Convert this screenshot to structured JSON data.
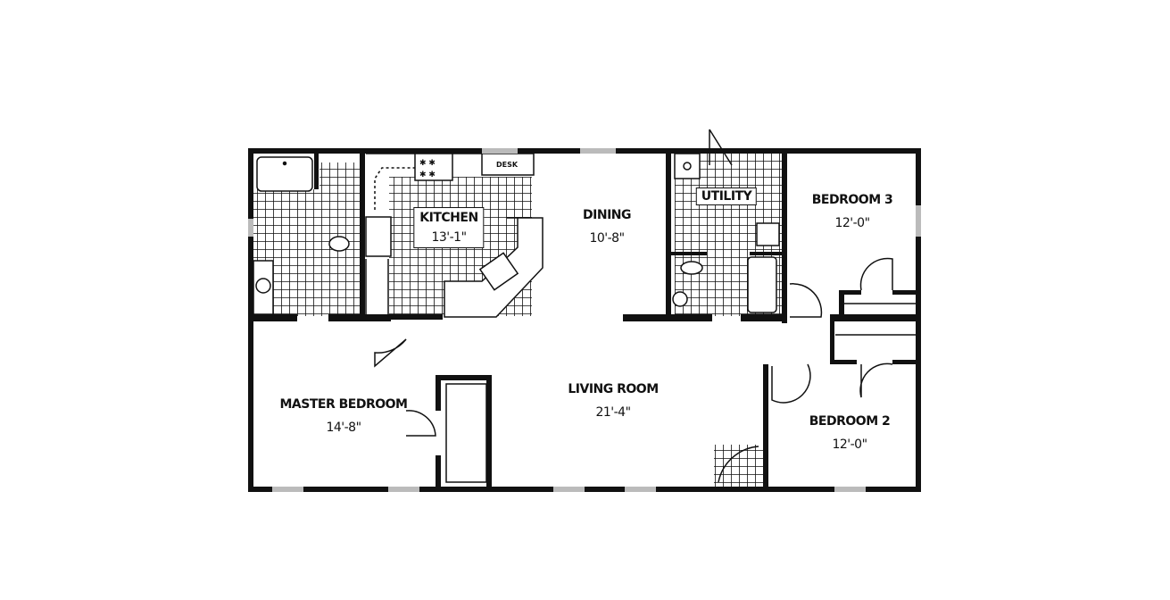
{
  "plan": {
    "type": "floor-plan",
    "colors": {
      "wall": "#111111",
      "background": "#ffffff",
      "tile": "#111111"
    },
    "rooms": [
      {
        "id": "kitchen",
        "name": "KITCHEN",
        "dimension": "13'-1\""
      },
      {
        "id": "dining",
        "name": "DINING",
        "dimension": "10'-8\""
      },
      {
        "id": "utility",
        "name": "UTILITY"
      },
      {
        "id": "bedroom3",
        "name": "BEDROOM 3",
        "dimension": "12'-0\""
      },
      {
        "id": "master",
        "name": "MASTER BEDROOM",
        "dimension": "14'-8\""
      },
      {
        "id": "living",
        "name": "LIVING ROOM",
        "dimension": "21'-4\""
      },
      {
        "id": "bedroom2",
        "name": "BEDROOM 2",
        "dimension": "12'-0\""
      }
    ],
    "fixtures": {
      "desk": "DESK"
    }
  }
}
